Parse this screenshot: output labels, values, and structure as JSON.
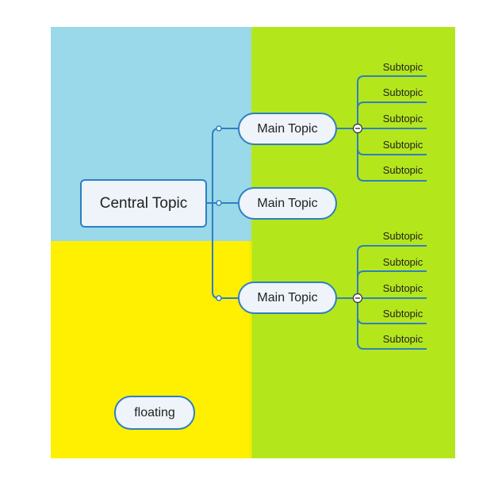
{
  "colors": {
    "region_blue": "#9ad9ea",
    "region_yellow": "#ffef00",
    "region_green": "#b4e61c",
    "connector": "#2f7fc1",
    "topic_fill": "#eef4fa"
  },
  "central_topic": {
    "label": "Central Topic"
  },
  "main_topics": [
    {
      "label": "Main Topic",
      "subtopics": [
        "Subtopic",
        "Subtopic",
        "Subtopic",
        "Subtopic",
        "Subtopic"
      ]
    },
    {
      "label": "Main Topic",
      "subtopics": []
    },
    {
      "label": "Main Topic",
      "subtopics": [
        "Subtopic",
        "Subtopic",
        "Subtopic",
        "Subtopic",
        "Subtopic"
      ]
    }
  ],
  "floating_topic": {
    "label": "floating"
  },
  "collapse_icon": "minus-circle-icon"
}
